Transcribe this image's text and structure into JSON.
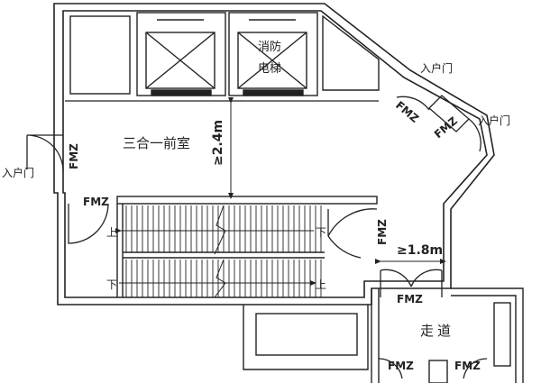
{
  "labels": {
    "fire_elevator_line1": "消防",
    "fire_elevator_line2": "电梯",
    "front_room": "三合一前室",
    "width_min_room": "≥2.4m",
    "width_min_corridor": "≥1.8m",
    "corridor": "走道",
    "entry_door": "入户门",
    "door_fm": "FMZ",
    "stair_up": "上",
    "stair_down": "下"
  }
}
